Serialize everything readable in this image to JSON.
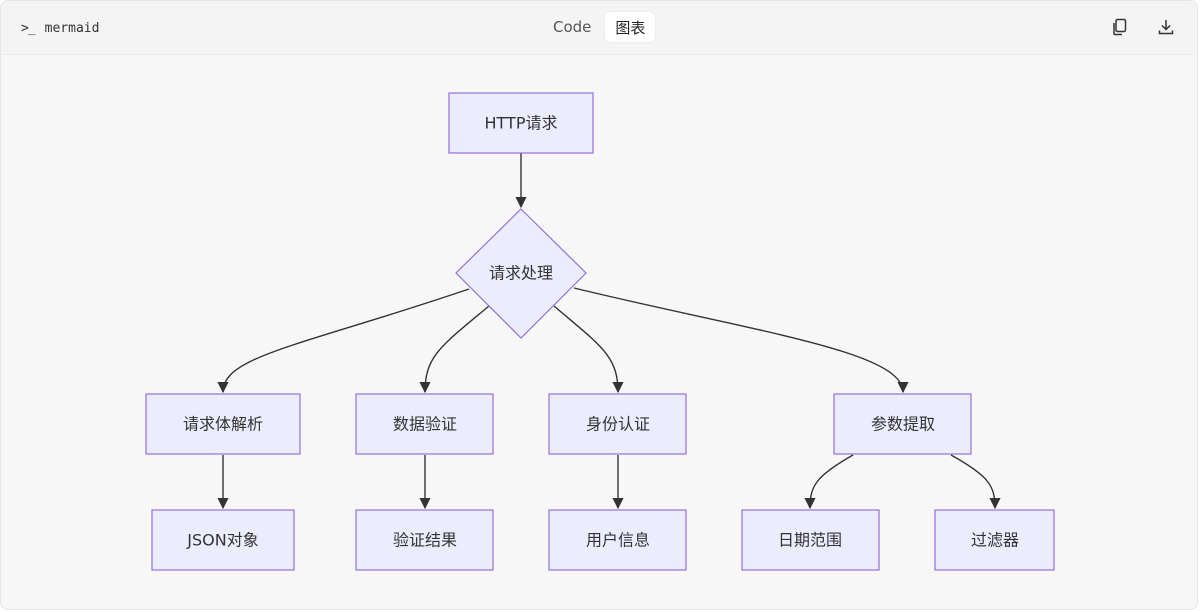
{
  "header": {
    "language_label": "mermaid",
    "prompt_icon": "terminal-prompt-icon",
    "tabs": [
      {
        "label": "Code",
        "active": false
      },
      {
        "label": "图表",
        "active": true
      }
    ],
    "actions": [
      {
        "name": "copy-icon"
      },
      {
        "name": "download-icon"
      }
    ]
  },
  "colors": {
    "node_fill": "#ECECFF",
    "node_stroke": "#9370DB",
    "edge": "#333333",
    "canvas": "#F8F7F7"
  },
  "diagram": {
    "type": "flowchart",
    "nodes": {
      "http": "HTTP请求",
      "process": "请求处理",
      "parse_body": "请求体解析",
      "validate": "数据验证",
      "auth": "身份认证",
      "extract": "参数提取",
      "json": "JSON对象",
      "validate_result": "验证结果",
      "user_info": "用户信息",
      "date_range": "日期范围",
      "filter": "过滤器"
    },
    "edges": [
      [
        "http",
        "process"
      ],
      [
        "process",
        "parse_body"
      ],
      [
        "process",
        "validate"
      ],
      [
        "process",
        "auth"
      ],
      [
        "process",
        "extract"
      ],
      [
        "parse_body",
        "json"
      ],
      [
        "validate",
        "validate_result"
      ],
      [
        "auth",
        "user_info"
      ],
      [
        "extract",
        "date_range"
      ],
      [
        "extract",
        "filter"
      ]
    ]
  }
}
